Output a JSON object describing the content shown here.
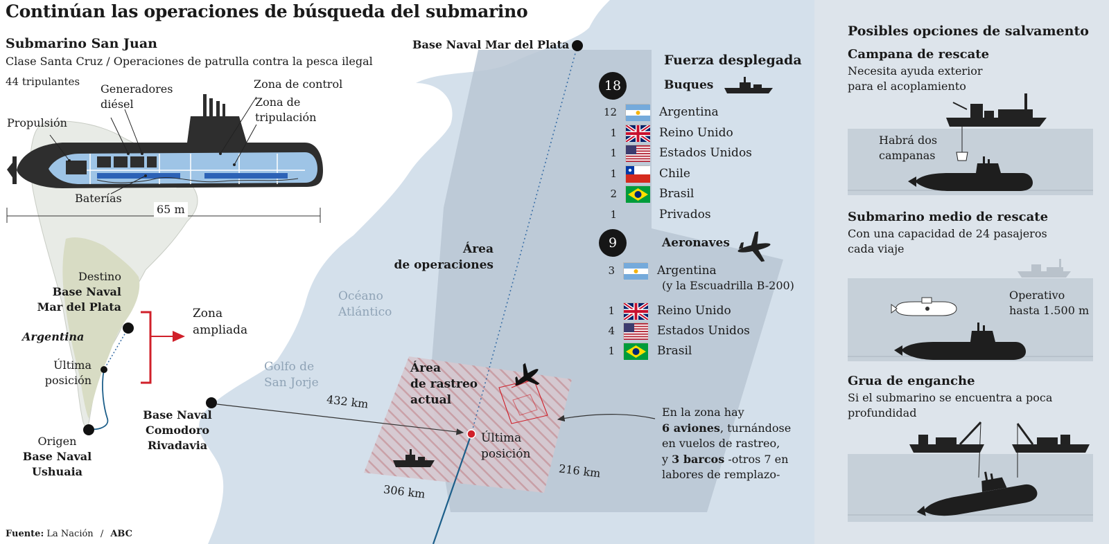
{
  "title": "Continúan las operaciones de búsqueda del submarino",
  "submarine": {
    "name": "Submarino San Juan",
    "class_desc": "Clase Santa Cruz / Operaciones de patrulla contra la pesca ilegal",
    "crew": "44 tripulantes",
    "parts": {
      "propulsion": "Propulsión",
      "generators": "Generadores\ndiésel",
      "control": "Zona de control",
      "crew_zone": "Zona de\ntripulación",
      "batteries": "Baterías"
    },
    "length": "65 m"
  },
  "minimap": {
    "destino": "Destino",
    "destino_base": "Base Naval\nMar del Plata",
    "argentina": "Argentina",
    "ultima": "Última\nposición",
    "origen": "Origen",
    "origen_base": "Base Naval\nUshuaia",
    "zona_ampliada": "Zona\nampliada"
  },
  "map": {
    "base_mdp": "Base Naval Mar del Plata",
    "area_ops": "Área\nde operaciones",
    "oceano": "Océano\nAtlántico",
    "golfo": "Golfo de\nSan Jorje",
    "base_cr": "Base Naval\nComodoro\nRivadavia",
    "dist_432": "432 km",
    "area_rastreo": "Área\nde rastreo\nactual",
    "ultima": "Última\nposición",
    "dist_216": "216 km",
    "dist_306": "306 km"
  },
  "forces": {
    "title": "Fuerza desplegada",
    "ships": {
      "count": "18",
      "label": "Buques",
      "rows": [
        {
          "n": "12",
          "country": "Argentina",
          "flag": "ar"
        },
        {
          "n": "1",
          "country": "Reino Unido",
          "flag": "uk"
        },
        {
          "n": "1",
          "country": "Estados Unidos",
          "flag": "us"
        },
        {
          "n": "1",
          "country": "Chile",
          "flag": "cl"
        },
        {
          "n": "2",
          "country": "Brasil",
          "flag": "br"
        },
        {
          "n": "1",
          "country": "Privados",
          "flag": ""
        }
      ]
    },
    "aircraft": {
      "count": "9",
      "label": "Aeronaves",
      "rows": [
        {
          "n": "3",
          "country": "Argentina",
          "flag": "ar"
        },
        {
          "n": "1",
          "country": "Reino Unido",
          "flag": "uk"
        },
        {
          "n": "4",
          "country": "Estados Unidos",
          "flag": "us"
        },
        {
          "n": "1",
          "country": "Brasil",
          "flag": "br"
        }
      ],
      "argentina_note": "(y la Escuadrilla B-200)"
    }
  },
  "zone_note": {
    "l1": "En la zona hay",
    "l2a": "6 aviones",
    "l2b": ", turnándose",
    "l3": "en vuelos de rastreo,",
    "l4a": "y ",
    "l4b": "3 barcos",
    "l4c": " -otros 7 en",
    "l5": "labores de remplazo-"
  },
  "rescue": {
    "title": "Posibles opciones de salvamento",
    "bell": {
      "title": "Campana de rescate",
      "desc": "Necesita ayuda exterior\npara el acoplamiento",
      "note": "Habrá dos\ncampanas"
    },
    "sub": {
      "title": "Submarino medio de rescate",
      "desc": "Con una capacidad de 24 pasajeros\ncada viaje",
      "note": "Operativo\nhasta 1.500 m"
    },
    "crane": {
      "title": "Grua de enganche",
      "desc": "Si el submarino se encuentra a poca\nprofundidad"
    }
  },
  "source": {
    "label": "Fuente:",
    "a": "La Nación",
    "sep": "/",
    "b": "ABC"
  },
  "colors": {
    "sea": "#d4e0eb",
    "land": "#ffffff",
    "ops_area": "#b8c5d4",
    "accent_red": "#d0202a",
    "panel_bg": "#c6d0d9"
  }
}
